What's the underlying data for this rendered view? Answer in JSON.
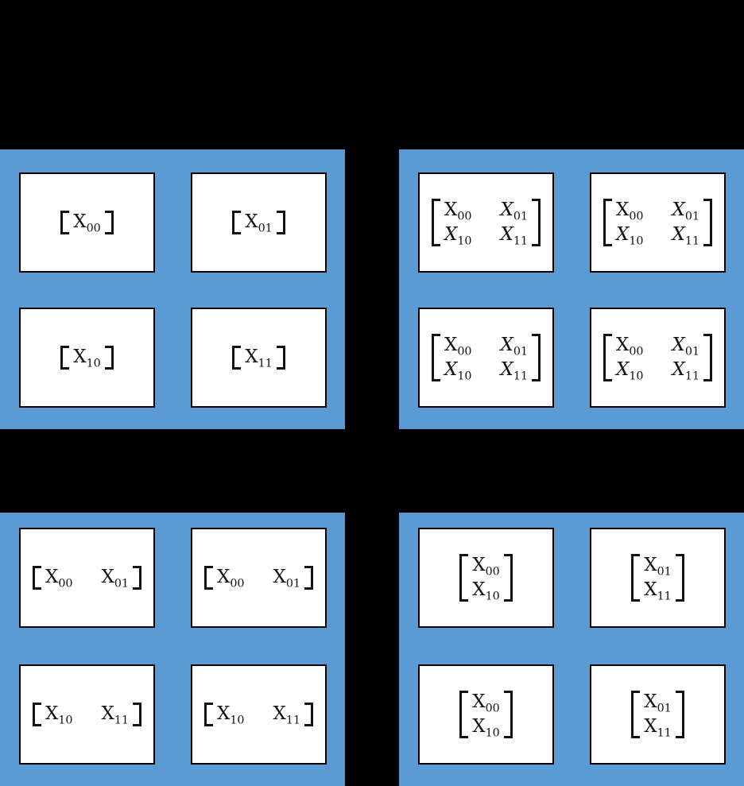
{
  "colors": {
    "background": "#000000",
    "panel_fill": "#5B9BD5",
    "box_fill": "#FFFFFF",
    "box_border": "#000000",
    "text": "#121212"
  },
  "panels": [
    {
      "position": "top-left",
      "scheme": "single-block-per-box",
      "boxes": [
        {
          "rows": [
            [
              {
                "base": "X",
                "sub": "00",
                "italic": false
              }
            ]
          ]
        },
        {
          "rows": [
            [
              {
                "base": "X",
                "sub": "01",
                "italic": false
              }
            ]
          ]
        },
        {
          "rows": [
            [
              {
                "base": "X",
                "sub": "10",
                "italic": false
              }
            ]
          ]
        },
        {
          "rows": [
            [
              {
                "base": "X",
                "sub": "11",
                "italic": false
              }
            ]
          ]
        }
      ]
    },
    {
      "position": "top-right",
      "scheme": "full-matrix-per-box",
      "boxes": [
        {
          "rows": [
            [
              {
                "base": "X",
                "sub": "00",
                "italic": false
              },
              {
                "base": "X",
                "sub": "01",
                "italic": true
              }
            ],
            [
              {
                "base": "X",
                "sub": "10",
                "italic": true
              },
              {
                "base": "X",
                "sub": "11",
                "italic": true
              }
            ]
          ]
        },
        {
          "rows": [
            [
              {
                "base": "X",
                "sub": "00",
                "italic": false
              },
              {
                "base": "X",
                "sub": "01",
                "italic": true
              }
            ],
            [
              {
                "base": "X",
                "sub": "10",
                "italic": true
              },
              {
                "base": "X",
                "sub": "11",
                "italic": true
              }
            ]
          ]
        },
        {
          "rows": [
            [
              {
                "base": "X",
                "sub": "00",
                "italic": false
              },
              {
                "base": "X",
                "sub": "01",
                "italic": true
              }
            ],
            [
              {
                "base": "X",
                "sub": "10",
                "italic": true
              },
              {
                "base": "X",
                "sub": "11",
                "italic": true
              }
            ]
          ]
        },
        {
          "rows": [
            [
              {
                "base": "X",
                "sub": "00",
                "italic": false
              },
              {
                "base": "X",
                "sub": "01",
                "italic": true
              }
            ],
            [
              {
                "base": "X",
                "sub": "10",
                "italic": true
              },
              {
                "base": "X",
                "sub": "11",
                "italic": true
              }
            ]
          ]
        }
      ]
    },
    {
      "position": "bottom-left",
      "scheme": "row-block-per-box",
      "boxes": [
        {
          "rows": [
            [
              {
                "base": "X",
                "sub": "00",
                "italic": false
              },
              {
                "base": "X",
                "sub": "01",
                "italic": false
              }
            ]
          ]
        },
        {
          "rows": [
            [
              {
                "base": "X",
                "sub": "00",
                "italic": false
              },
              {
                "base": "X",
                "sub": "01",
                "italic": false
              }
            ]
          ]
        },
        {
          "rows": [
            [
              {
                "base": "X",
                "sub": "10",
                "italic": false
              },
              {
                "base": "X",
                "sub": "11",
                "italic": false
              }
            ]
          ]
        },
        {
          "rows": [
            [
              {
                "base": "X",
                "sub": "10",
                "italic": false
              },
              {
                "base": "X",
                "sub": "11",
                "italic": false
              }
            ]
          ]
        }
      ]
    },
    {
      "position": "bottom-right",
      "scheme": "column-block-per-box",
      "boxes": [
        {
          "rows": [
            [
              {
                "base": "X",
                "sub": "00",
                "italic": false
              }
            ],
            [
              {
                "base": "X",
                "sub": "10",
                "italic": false
              }
            ]
          ]
        },
        {
          "rows": [
            [
              {
                "base": "X",
                "sub": "01",
                "italic": false
              }
            ],
            [
              {
                "base": "X",
                "sub": "11",
                "italic": false
              }
            ]
          ]
        },
        {
          "rows": [
            [
              {
                "base": "X",
                "sub": "00",
                "italic": false
              }
            ],
            [
              {
                "base": "X",
                "sub": "10",
                "italic": false
              }
            ]
          ]
        },
        {
          "rows": [
            [
              {
                "base": "X",
                "sub": "01",
                "italic": false
              }
            ],
            [
              {
                "base": "X",
                "sub": "11",
                "italic": false
              }
            ]
          ]
        }
      ]
    }
  ]
}
